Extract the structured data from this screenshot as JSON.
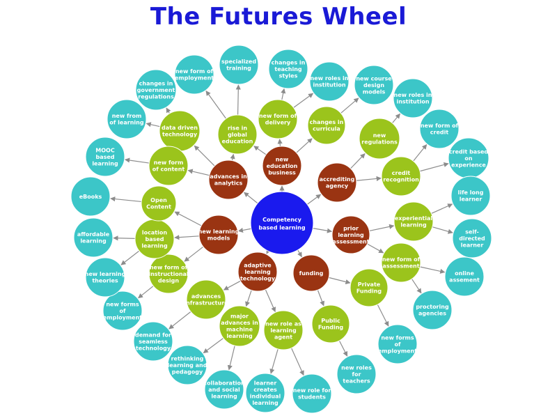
{
  "title": "The Futures Wheel",
  "colors": {
    "title": "#1a1ad6",
    "center": "#1a1aee",
    "level1": "#9a3412",
    "level2": "#9bc41c",
    "level3": "#3cc6c8",
    "edge": "#8c8c8c"
  },
  "nodes": [
    {
      "id": "center",
      "text": "Competency based learning"
    },
    {
      "id": "l1-analytics",
      "text": "advances in analytics"
    },
    {
      "id": "l1-business",
      "text": "new education business"
    },
    {
      "id": "l1-accrediting",
      "text": "accrediting agency"
    },
    {
      "id": "l1-prior",
      "text": "prior learning assessment"
    },
    {
      "id": "l1-funding",
      "text": "funding"
    },
    {
      "id": "l1-adaptive",
      "text": "adaptive learning technology"
    },
    {
      "id": "l1-models",
      "text": "new learning models"
    },
    {
      "id": "l2-datadriven",
      "text": "data driven technology"
    },
    {
      "id": "l2-rise",
      "text": "rise in global education"
    },
    {
      "id": "l2-delivery",
      "text": "new form of delivery"
    },
    {
      "id": "l2-curricula",
      "text": "changes in curricula"
    },
    {
      "id": "l2-regulations",
      "text": "new regulations"
    },
    {
      "id": "l2-credit",
      "text": "credit recognition"
    },
    {
      "id": "l2-experiential",
      "text": "experiential learning"
    },
    {
      "id": "l2-assessment",
      "text": "new form of assessment"
    },
    {
      "id": "l2-private",
      "text": "Private Funding"
    },
    {
      "id": "l2-public",
      "text": "Public Funding"
    },
    {
      "id": "l2-agent",
      "text": "new role as learning agent"
    },
    {
      "id": "l2-machine",
      "text": "major advances in machine learning"
    },
    {
      "id": "l2-infra",
      "text": "advances infrastructure"
    },
    {
      "id": "l2-instructional",
      "text": "new form of instructional design"
    },
    {
      "id": "l2-location",
      "text": "location based learning"
    },
    {
      "id": "l2-open",
      "text": "Open Content"
    },
    {
      "id": "l2-content",
      "text": "new form of content"
    },
    {
      "id": "l3-employment",
      "text": "new form of employment"
    },
    {
      "id": "l3-training",
      "text": "specialized training"
    },
    {
      "id": "l3-teaching",
      "text": "changes in teaching styles"
    },
    {
      "id": "l3-roles1",
      "text": "new roles in institution"
    },
    {
      "id": "l3-course",
      "text": "new course design models"
    },
    {
      "id": "l3-roles2",
      "text": "new roles in institution"
    },
    {
      "id": "l3-creditform",
      "text": "new form of credit"
    },
    {
      "id": "l3-experience",
      "text": "credit based on experience"
    },
    {
      "id": "l3-lifelong",
      "text": "life long learner"
    },
    {
      "id": "l3-selfdirected",
      "text": "self-directed learner"
    },
    {
      "id": "l3-online",
      "text": "online assement"
    },
    {
      "id": "l3-proctoring",
      "text": "proctoring agencies"
    },
    {
      "id": "l3-forms-emp-r",
      "text": "new forms of employment"
    },
    {
      "id": "l3-roles-teachers",
      "text": "new roles for teachers"
    },
    {
      "id": "l3-role-students",
      "text": "new role for students"
    },
    {
      "id": "l3-learner-creates",
      "text": "learner creates individual learning"
    },
    {
      "id": "l3-collab",
      "text": "collaboration and social learning"
    },
    {
      "id": "l3-rethinking",
      "text": "rethinking learning and pedagogy"
    },
    {
      "id": "l3-demand",
      "text": "demand for seamless technology"
    },
    {
      "id": "l3-forms-emp-l",
      "text": "new forms of employment"
    },
    {
      "id": "l3-theories",
      "text": "new learning theories"
    },
    {
      "id": "l3-affordable",
      "text": "affordable learning"
    },
    {
      "id": "l3-ebooks",
      "text": "eBooks"
    },
    {
      "id": "l3-mooc",
      "text": "MOOC based learning"
    },
    {
      "id": "l3-newfrom",
      "text": "new from of learning"
    },
    {
      "id": "l3-government",
      "text": "changes in government regulations"
    }
  ]
}
